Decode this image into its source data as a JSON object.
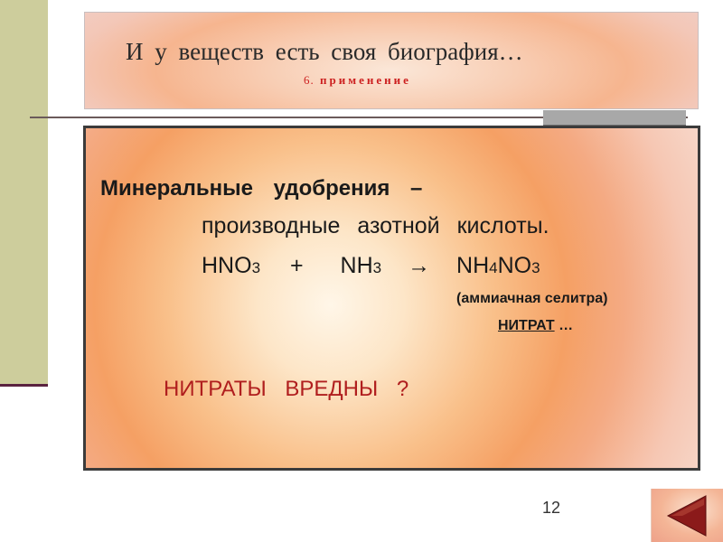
{
  "slide": {
    "title": "И у веществ есть своя биография…",
    "subtitle_number": "6.",
    "subtitle_text": "применение",
    "page_number": "12"
  },
  "content": {
    "line1": "Минеральные удобрения –",
    "line2": "производные азотной кислоты.",
    "formula": {
      "reactant1_base": "HNO",
      "reactant1_sub": "3",
      "plus": "+",
      "reactant2_base": "NH",
      "reactant2_sub": "3",
      "arrow": "→",
      "product_part1": "NH",
      "product_sub1": "4",
      "product_part2": "NO",
      "product_sub2": "3"
    },
    "product_name": "(аммиачная селитра)",
    "nitrate_label": "НИТРАТ",
    "nitrate_suffix": " …",
    "question": "НИТРАТЫ ВРЕДНЫ ?"
  },
  "colors": {
    "title_text": "#2a2a2a",
    "subtitle_red": "#cc1f1f",
    "question_red": "#b01e1e",
    "left_strip": "#cdcd9c",
    "nav_arrow": "#8b1a1a"
  },
  "icons": {
    "nav_button": "back-arrow-icon"
  }
}
